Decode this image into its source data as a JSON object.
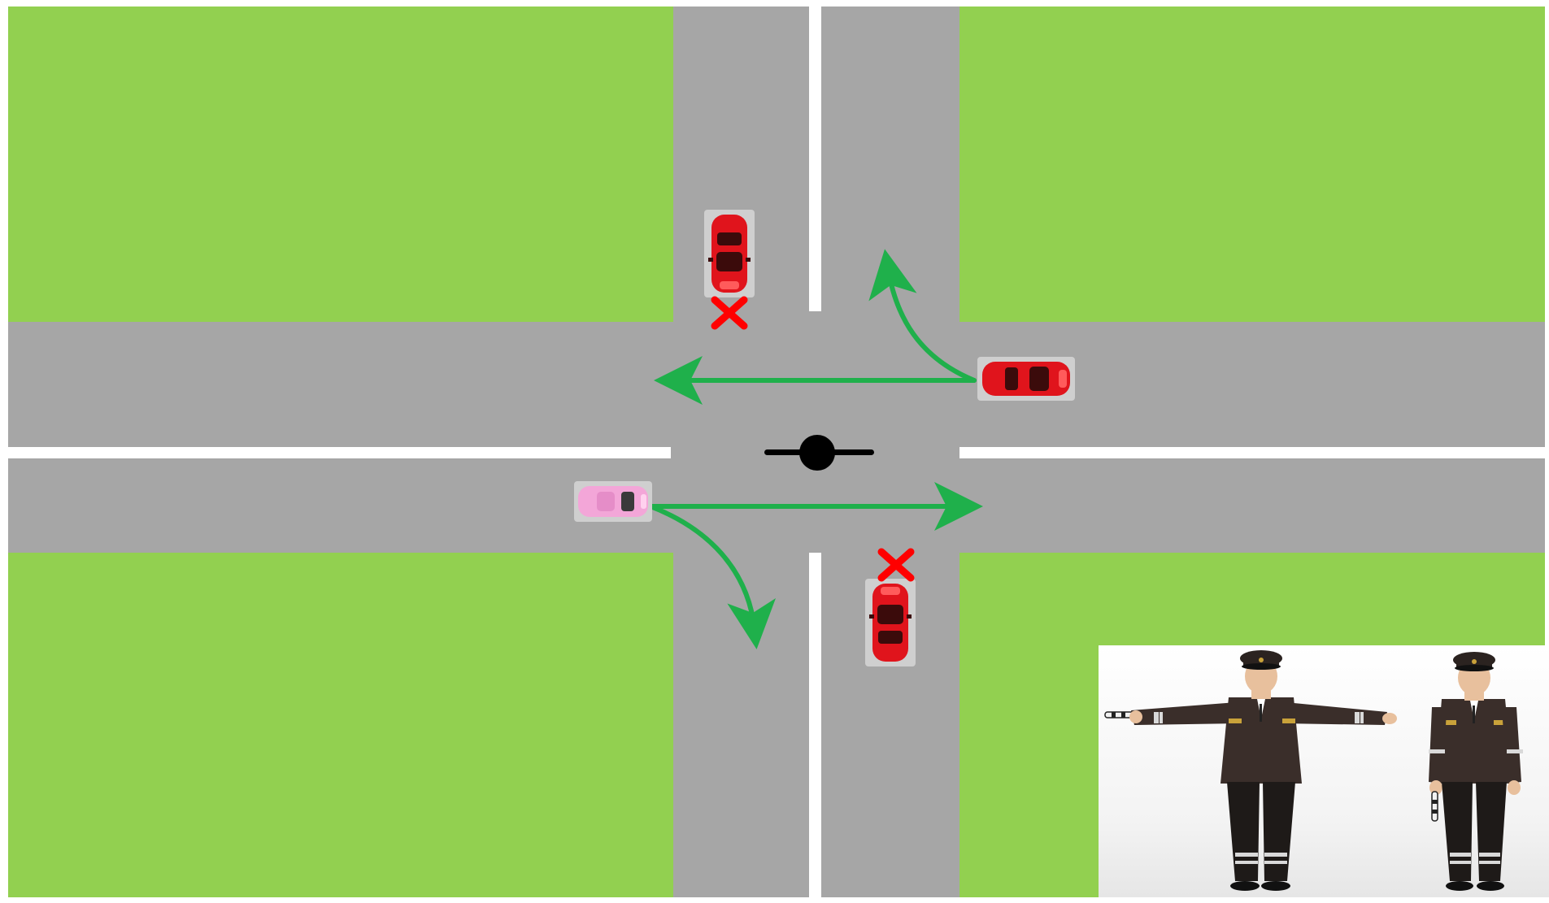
{
  "scene": {
    "type": "road-intersection",
    "colors": {
      "grass": "#92d050",
      "road": "#a6a6a6",
      "marking": "#ffffff",
      "arrow": "#1fb04b",
      "prohibited": "#ff0000",
      "red_car": "#e0141c",
      "pink_car": "#f3a6d8",
      "officer_uniform": "#3a2e2a",
      "officer_stripe": "#d9d9d9"
    },
    "vehicles": [
      {
        "name": "car-north-approach",
        "color": "red",
        "heading": "south",
        "status": "prohibited"
      },
      {
        "name": "car-east-approach",
        "color": "red",
        "heading": "west",
        "status": "allowed",
        "moves": [
          "straight",
          "right-turn"
        ]
      },
      {
        "name": "car-west-approach",
        "color": "pink",
        "heading": "east",
        "status": "allowed",
        "moves": [
          "straight",
          "right-turn"
        ]
      },
      {
        "name": "car-south-approach",
        "color": "red",
        "heading": "north",
        "status": "prohibited"
      }
    ],
    "officer_at_center": "officer-top-view-icon",
    "inset": {
      "description_icons": [
        "officer-arms-extended-icon",
        "officer-arms-down-icon"
      ]
    }
  }
}
